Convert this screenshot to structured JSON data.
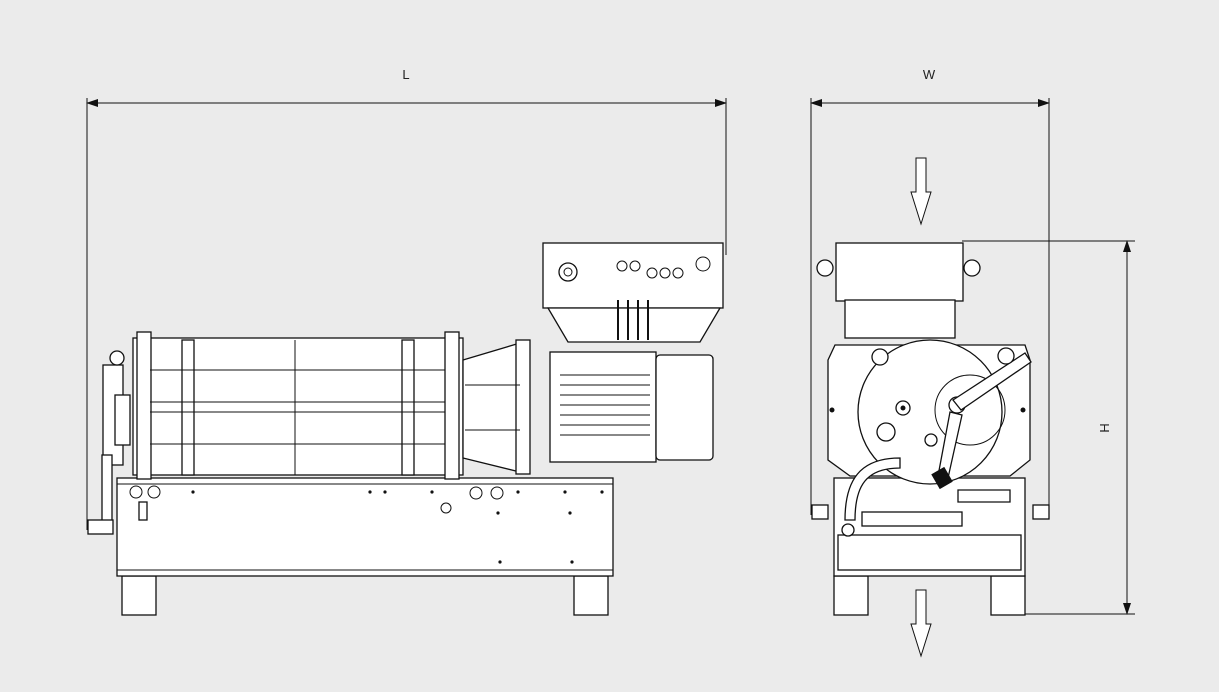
{
  "drawing": {
    "side_view": {
      "dimension_length_label": "L"
    },
    "front_view": {
      "dimension_width_label": "W",
      "dimension_height_label": "H"
    }
  }
}
